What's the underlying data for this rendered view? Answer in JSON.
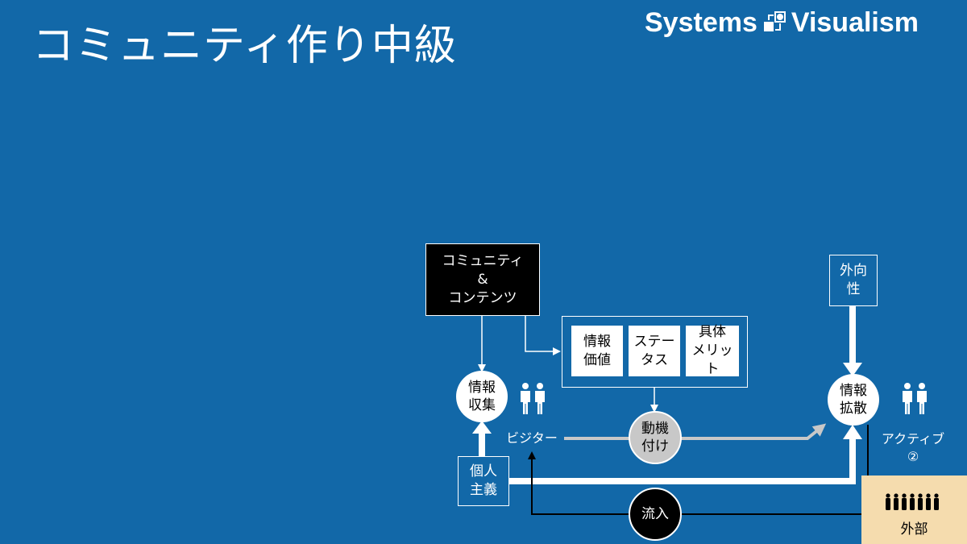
{
  "slide": {
    "title": "コミュニティ作り中級",
    "logo_text_left": "Systems",
    "logo_text_right": "Visualism"
  },
  "diagram": {
    "community_box": "コミュニティ\n&\nコンテンツ",
    "value_boxes": [
      "情報\n価値",
      "ステー\nタス",
      "具体\nメリット"
    ],
    "info_collect": "情報\n収集",
    "motivation": "動機\n付け",
    "individualism": "個人\n主義",
    "visitor": "ビジター",
    "outward": "外向\n性",
    "info_spread": "情報\n拡散",
    "active": "アクティブ\n②",
    "inflow": "流入",
    "external": "外部"
  },
  "colors": {
    "background": "#1268a8",
    "external_box": "#f5dcae",
    "motivation_circle": "#c8c8c8",
    "grey_arrow": "#c8c8c8"
  },
  "icons": [
    "logo-mark-icon",
    "people-pair-icon",
    "people-pair-icon",
    "crowd-icon"
  ]
}
